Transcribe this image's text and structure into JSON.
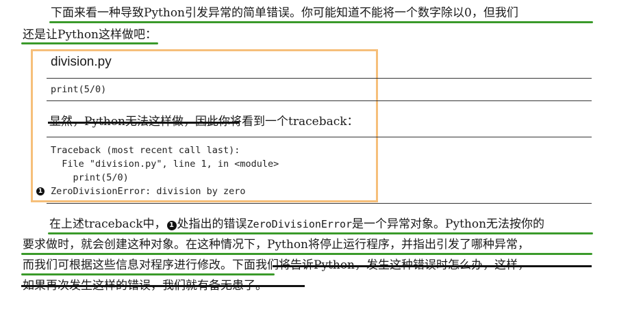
{
  "para1": {
    "line1": "下面来看一种导致Python引发异常的简单错误。你可能知道不能将一个数字除以0，但我们",
    "line2": "还是让Python这样做吧："
  },
  "listing": {
    "filename": "division.py",
    "code": "print(5/0)"
  },
  "para2": {
    "struck": "显然，Python无法这样做，因此",
    "rest": "你将看到一个traceback："
  },
  "traceback": {
    "line1": "Traceback (most recent call last):",
    "line2": "  File \"division.py\", line 1, in <module>",
    "line3": "    print(5/0)",
    "callout": "1",
    "line4": "ZeroDivisionError: division by zero"
  },
  "para3": {
    "line1_a": "在上述traceback中，",
    "callout": "1",
    "line1_b": "处指出的错误",
    "line1_code": "ZeroDivisionError",
    "line1_c": "是一个异常对象。Python无法按你的",
    "line2": "要求做时，就会创建这种对象。在这种情况下，Python将停止运行程序，并指出引发了哪种异常，",
    "line3_a": "而我们可根据这些信息对程序进行修改。下",
    "line3_b": "面我们将告诉Python，发生这种错误时怎么办，这样，",
    "line4": "如果再次发生这样的错误，我们就有备无患了。"
  },
  "colors": {
    "highlight_underline": "#3a9a2a",
    "box_border": "#f6bf7a"
  }
}
